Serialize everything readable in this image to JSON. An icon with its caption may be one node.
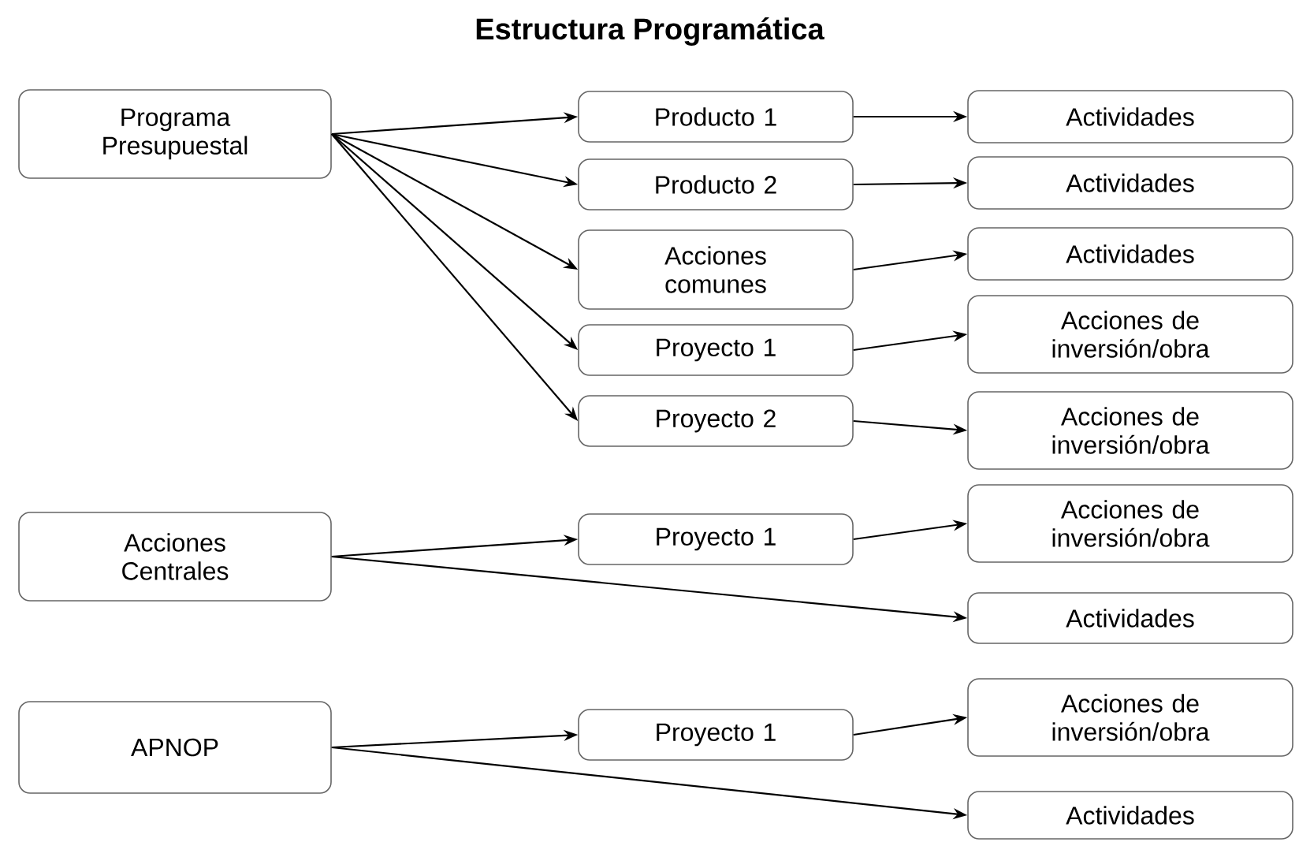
{
  "diagram": {
    "title": "Estructura Programática",
    "nodes": [
      {
        "text": [
          "Programa Presupuestal"
        ]
      },
      {
        "text": [
          "Producto 1"
        ]
      },
      {
        "text": [
          "Actividades"
        ]
      },
      {
        "text": [
          "Producto 2"
        ]
      },
      {
        "text": [
          "Actividades"
        ]
      },
      {
        "text": [
          "Acciones comunes"
        ]
      },
      {
        "text": [
          "Actividades"
        ]
      },
      {
        "text": [
          "Proyecto 1"
        ]
      },
      {
        "text": [
          "Acciones de inversión/obra"
        ]
      },
      {
        "text": [
          "Proyecto 2"
        ]
      },
      {
        "text": [
          "Acciones de inversión/obra"
        ]
      },
      {
        "text": [
          "Acciones Centrales"
        ]
      },
      {
        "text": [
          "Proyecto 1"
        ]
      },
      {
        "text": [
          "Acciones de inversión/obra"
        ]
      },
      {
        "text": [
          "Actividades"
        ]
      },
      {
        "text": [
          "APNOP"
        ]
      },
      {
        "text": [
          "Proyecto 1"
        ]
      },
      {
        "text": [
          "Acciones de inversión/obra"
        ]
      },
      {
        "text": [
          "Actividades"
        ]
      }
    ],
    "edges": [
      {
        "from": 0,
        "to": 1,
        "arrow": "to"
      },
      {
        "from": 0,
        "to": 3,
        "arrow": "to"
      },
      {
        "from": 0,
        "to": 5,
        "arrow": "to"
      },
      {
        "from": 0,
        "to": 7,
        "arrow": "to"
      },
      {
        "from": 0,
        "to": 9,
        "arrow": "to"
      },
      {
        "from": 1,
        "to": 2,
        "arrow": "to"
      },
      {
        "from": 3,
        "to": 4,
        "arrow": "to"
      },
      {
        "from": 5,
        "to": 6,
        "arrow": "to"
      },
      {
        "from": 7,
        "to": 8,
        "arrow": "to"
      },
      {
        "from": 9,
        "to": 10,
        "arrow": "to"
      },
      {
        "from": 11,
        "to": 12,
        "arrow": "to"
      },
      {
        "from": 11,
        "to": 14,
        "arrow": "to"
      },
      {
        "from": 12,
        "to": 13,
        "arrow": "to"
      },
      {
        "from": 15,
        "to": 16,
        "arrow": "to"
      },
      {
        "from": 15,
        "to": 18,
        "arrow": "to"
      },
      {
        "from": 16,
        "to": 17,
        "arrow": "to"
      }
    ]
  }
}
